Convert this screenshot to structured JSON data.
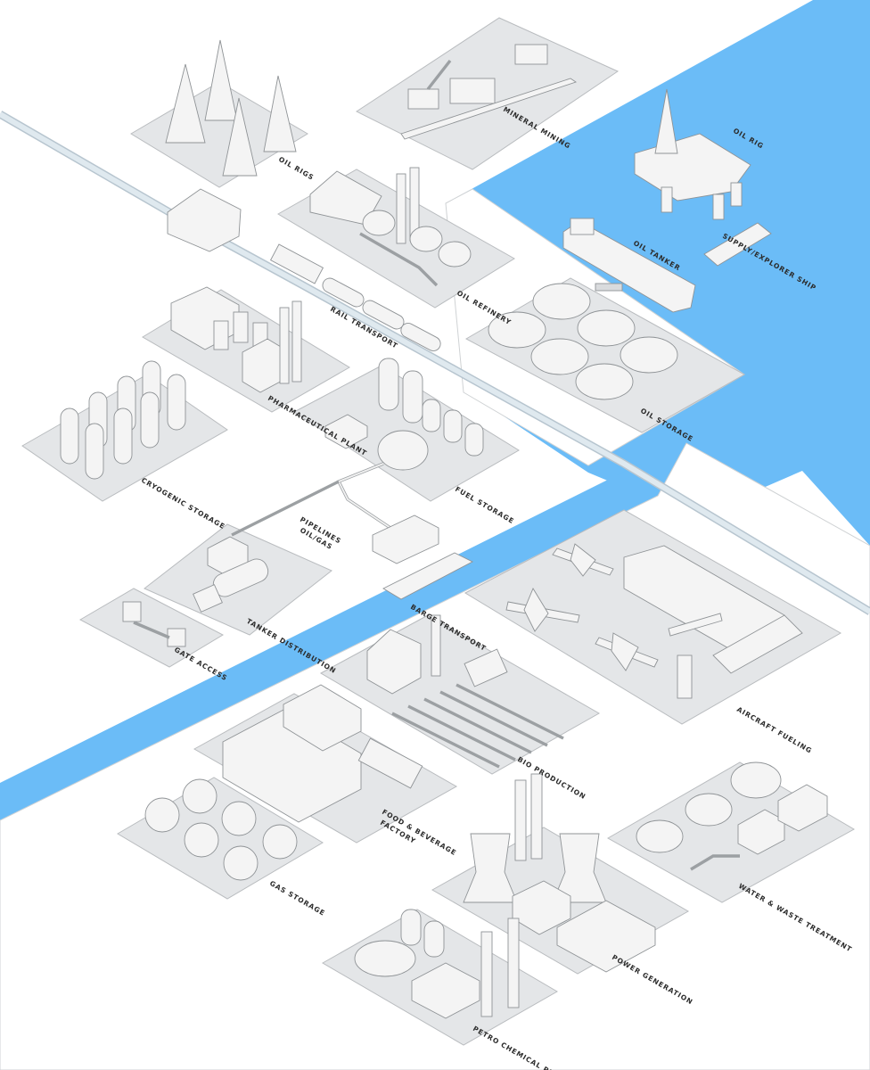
{
  "colors": {
    "water": "#6bbcf7",
    "pad": "#e4e6e8",
    "structure": "#f4f4f4",
    "ground": "#ffffff"
  },
  "labels": {
    "oil_rigs": "OIL RIGS",
    "mineral_mining": "MINERAL MINING",
    "oil_rig": "OIL RIG",
    "oil_tanker": "OIL TANKER",
    "supply_ship": "SUPPLY/EXPLORER SHIP",
    "oil_refinery": "OIL REFINERY",
    "rail_transport": "RAIL TRANSPORT",
    "pharmaceutical_plant": "PHARMACEUTICAL PLANT",
    "oil_storage": "OIL STORAGE",
    "cryogenic_storage": "CRYOGENIC STORAGE",
    "fuel_storage": "FUEL STORAGE",
    "pipelines_1": "PIPELINES",
    "pipelines_2": "OIL/GAS",
    "tanker_distribution": "TANKER DISTRIBUTION",
    "barge_transport": "BARGE TRANSPORT",
    "gate_access": "GATE ACCESS",
    "aircraft_fueling": "AIRCRAFT FUELING",
    "bio_production": "BIO PRODUCTION",
    "food_beverage_1": "FOOD & BEVERAGE",
    "food_beverage_2": "FACTORY",
    "gas_storage": "GAS STORAGE",
    "water_waste": "WATER & WASTE TREATMENT",
    "power_generation": "POWER GENERATION",
    "petro_chemical": "PETRO CHEMICAL PLANT"
  }
}
